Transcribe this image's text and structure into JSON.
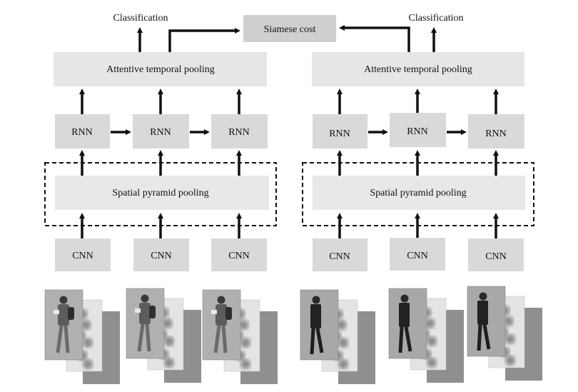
{
  "top": {
    "cost_label": "Siamese cost"
  },
  "branches": [
    {
      "classification_label": "Classification",
      "atp_label": "Attentive temporal pooling",
      "rnn_labels": [
        "RNN",
        "RNN",
        "RNN"
      ],
      "spp_label": "Spatial pyramid pooling",
      "cnn_labels": [
        "CNN",
        "CNN",
        "CNN"
      ],
      "person": "pedestrian-with-backpack"
    },
    {
      "classification_label": "Classification",
      "atp_label": "Attentive temporal pooling",
      "rnn_labels": [
        "RNN",
        "RNN",
        "RNN"
      ],
      "spp_label": "Spatial pyramid pooling",
      "cnn_labels": [
        "CNN",
        "CNN",
        "CNN"
      ],
      "person": "pedestrian-in-dark-suit"
    }
  ],
  "colors": {
    "box_fill": "#d9d9d9",
    "atp_fill": "#e6e6e6",
    "spp_fill": "#e8e8e8",
    "arrow": "#111111",
    "frame_bg": "#9a9a9a",
    "saliency_bg": "#e4e4e4"
  },
  "icons": {
    "arrow": "arrow-icon",
    "person_frame": "pedestrian-frame-icon",
    "saliency_map": "saliency-map-icon",
    "feature_map": "feature-map-icon"
  }
}
